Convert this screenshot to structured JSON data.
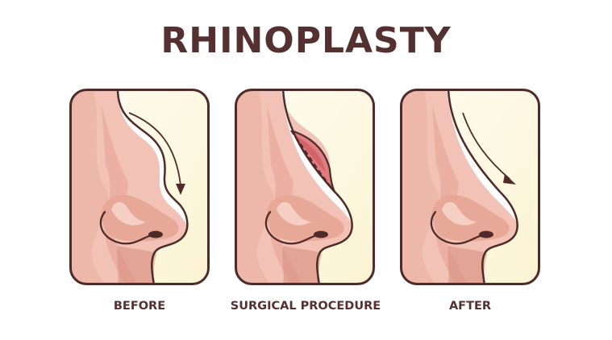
{
  "title": "RHINOPLASTY",
  "colors": {
    "text": "#553030",
    "outline": "#4e2a28",
    "skin_light": "#f1c2b5",
    "skin_mid": "#e8a898",
    "skin_dark": "#d98f80",
    "highlight": "#ffffff",
    "background_warm": "#fdf8e6",
    "graft": "#e07d80",
    "graft_dark": "#c8535a"
  },
  "panels": [
    {
      "id": "before",
      "label": "BEFORE",
      "arrow": "curved-down-along-hump",
      "shows_hump": true
    },
    {
      "id": "procedure",
      "label": "SURGICAL PROCEDURE",
      "arrow": "none",
      "shows_removed_section": true
    },
    {
      "id": "after",
      "label": "AFTER",
      "arrow": "straight-down-along-straight-bridge",
      "shows_hump": false
    }
  ]
}
